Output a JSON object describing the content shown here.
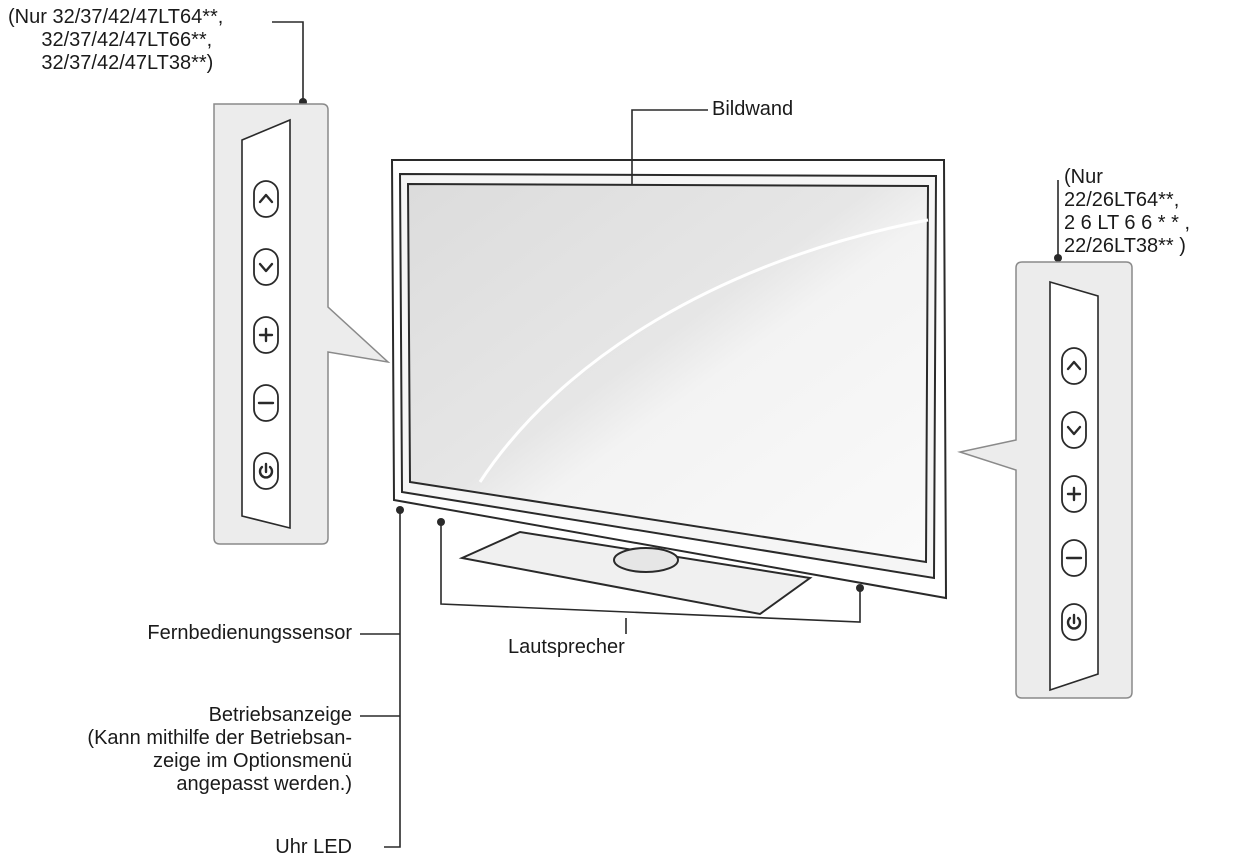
{
  "labels": {
    "left_models": "(Nur 32/37/42/47LT64**,\n      32/37/42/47LT66**,\n      32/37/42/47LT38**)",
    "right_models": "(Nur\n22/26LT64**,\n2 6 LT 6 6 * * ,\n22/26LT38** )",
    "screen": "Bildwand",
    "remote_sensor": "Fernbedienungssensor",
    "power_indicator": "Betriebsanzeige\n(Kann mithilfe der Betriebsan-\nzeige im Optionsmenü\nangepasst werden.)",
    "clock_led": "Uhr LED",
    "speakers": "Lautsprecher"
  },
  "buttons": [
    {
      "name": "channel-up-icon",
      "glyph": "up-chevron"
    },
    {
      "name": "channel-down-icon",
      "glyph": "down-chevron"
    },
    {
      "name": "volume-up-icon",
      "glyph": "plus"
    },
    {
      "name": "volume-down-icon",
      "glyph": "minus"
    },
    {
      "name": "power-icon",
      "glyph": "power"
    }
  ],
  "colors": {
    "line": "#2a2a2a",
    "panel": "#ececec",
    "screen_light": "#f4f4f4",
    "screen_dark": "#d8d8d8"
  }
}
